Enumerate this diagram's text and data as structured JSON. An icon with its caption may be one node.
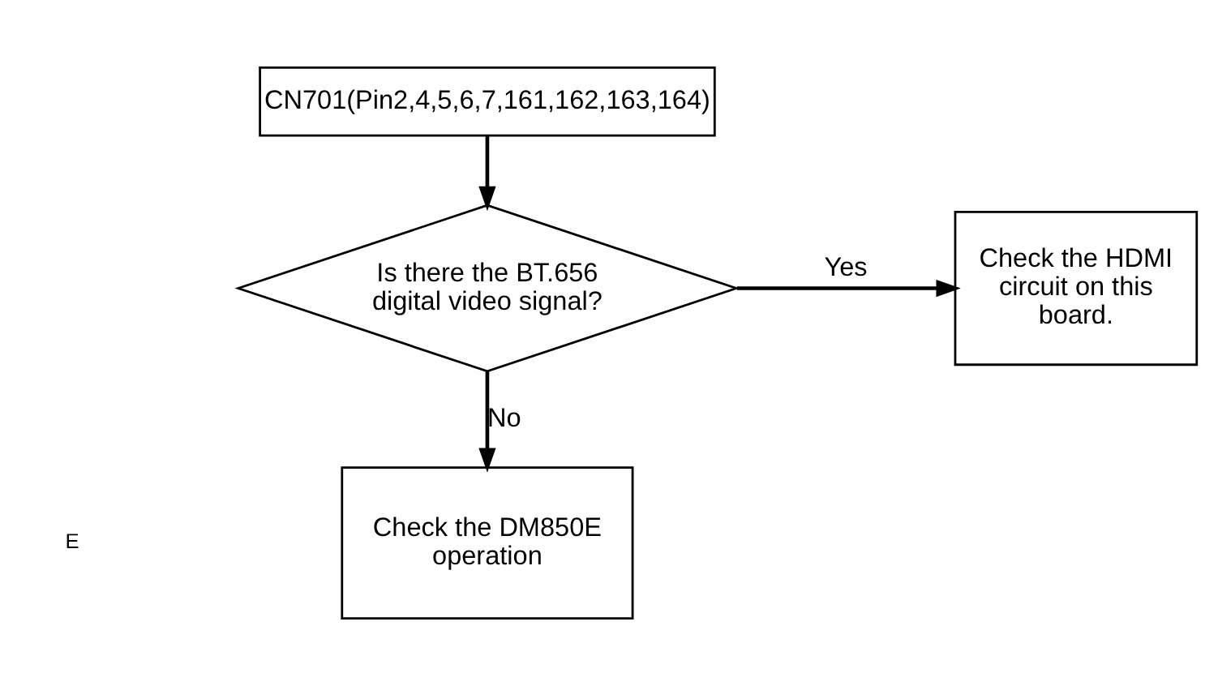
{
  "diagram": {
    "nodes": [
      {
        "text": [
          "CN701(Pin2,4,5,6,7,161,162,163,164)"
        ]
      },
      {
        "text": [
          "Is there the BT.656 digital video signal?"
        ]
      },
      {
        "text": [
          "Check the HDMI circuit on this board."
        ]
      },
      {
        "text": [
          "Check the DM850E operation"
        ]
      }
    ],
    "edges": [
      {
        "from": 0,
        "to": 1,
        "arrow": "to"
      },
      {
        "from": 1,
        "to": 2,
        "arrow": "to",
        "label": "Yes"
      },
      {
        "from": 1,
        "to": 3,
        "arrow": "to",
        "label": "No"
      }
    ],
    "labels": [
      "E"
    ]
  }
}
